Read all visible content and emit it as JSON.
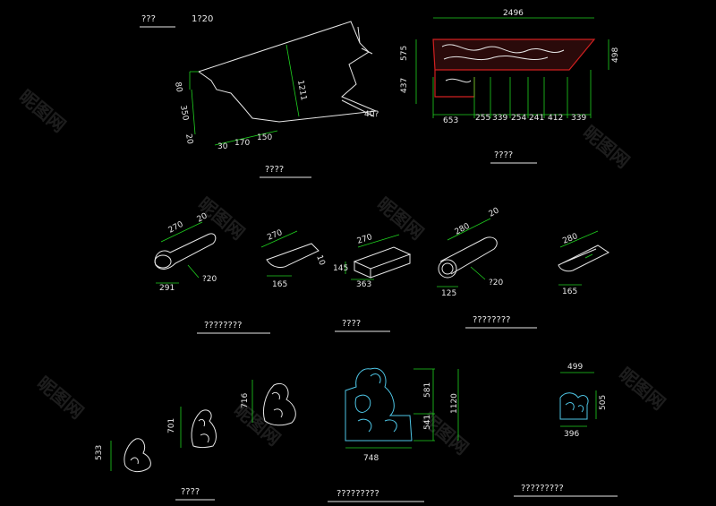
{
  "watermark": "昵图网",
  "section_title_top": "???",
  "scale_note": "1?20",
  "profile": {
    "dims": [
      "1211",
      "80",
      "350",
      "20",
      "30",
      "170",
      "150",
      "40?"
    ],
    "caption": "????"
  },
  "beam": {
    "top_dim": "2496",
    "left_dims": [
      "575",
      "437"
    ],
    "right_dim": "498",
    "bottom_dims": [
      "653",
      "255",
      "339",
      "254",
      "241",
      "412",
      "339"
    ],
    "caption": "????"
  },
  "tiles": {
    "items": [
      {
        "dims": [
          "270",
          "20",
          "291",
          "?20"
        ]
      },
      {
        "dims": [
          "270",
          "10",
          "165"
        ]
      },
      {
        "dims": [
          "270",
          "145",
          "363"
        ]
      },
      {
        "dims": [
          "280",
          "20",
          "125",
          "?20"
        ]
      },
      {
        "dims": [
          "280",
          "165"
        ]
      }
    ],
    "captions": [
      "????????",
      "????",
      "????????"
    ]
  },
  "ornaments": {
    "beasts": {
      "dims": [
        "533",
        "701",
        "716"
      ],
      "caption": "????"
    },
    "large": {
      "dims": [
        "581",
        "1120",
        "541",
        "748"
      ],
      "caption": "?????????"
    },
    "small": {
      "dims": [
        "499",
        "505",
        "396"
      ],
      "caption": "?????????"
    }
  },
  "colors": {
    "background": "#000000",
    "lines": "#e6e6e6",
    "dimension": "#1fd11f",
    "accent": "#d02020",
    "ornament": "#4ec6e6"
  }
}
